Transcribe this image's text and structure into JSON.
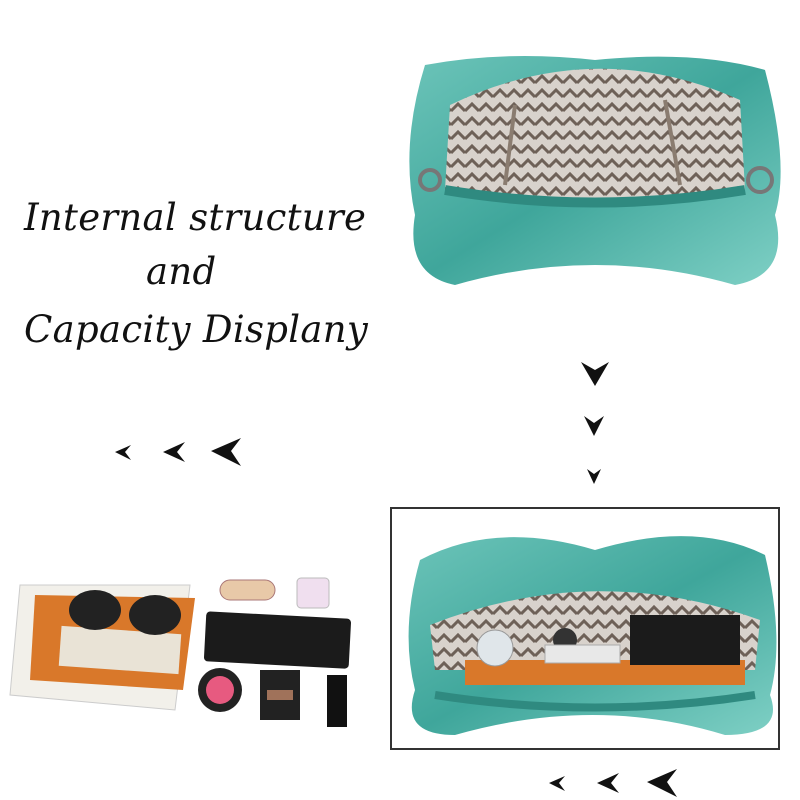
{
  "caption": {
    "line1": "Internal structure",
    "line2": "and",
    "line3": "Capacity Displany"
  },
  "colors": {
    "bag_teal": "#4fb3a8",
    "bag_teal_dark": "#2f8a80",
    "lining": "#7d6f64",
    "arrow": "#111111",
    "frame": "#333333"
  },
  "icons": [
    "arrow-down-icon",
    "arrow-left-icon"
  ]
}
